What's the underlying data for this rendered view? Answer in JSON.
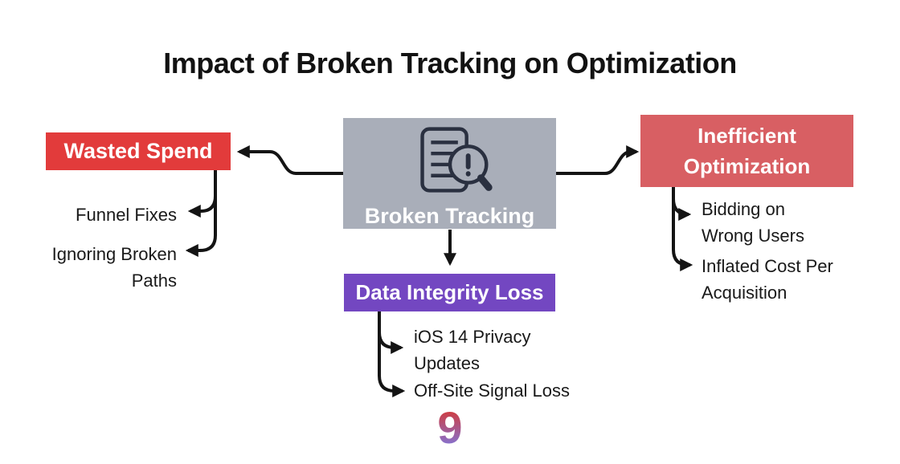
{
  "title": "Impact of Broken Tracking on Optimization",
  "center_node": {
    "label": "Broken Tracking",
    "icon": "document-magnifier-alert-icon",
    "box_color": "#A9AEB9"
  },
  "nodes": {
    "wasted_spend": {
      "label": "Wasted Spend",
      "box_color": "#E23B3B",
      "items": [
        {
          "text": "Funnel Fixes"
        },
        {
          "text": "Ignoring Broken\nPaths"
        }
      ]
    },
    "inefficient_optimization": {
      "label": "Inefficient\nOptimization",
      "box_color": "#D85F63",
      "items": [
        {
          "text": "Bidding on\nWrong Users"
        },
        {
          "text": "Inflated Cost Per\nAcquisition"
        }
      ]
    },
    "data_integrity_loss": {
      "label": "Data Integrity Loss",
      "box_color": "#7347C1",
      "items": [
        {
          "text": "iOS 14 Privacy\nUpdates"
        },
        {
          "text": "Off-Site Signal Loss"
        }
      ]
    }
  },
  "logo": {
    "glyph": "9",
    "gradient_top_color": "#D23A3A",
    "gradient_bottom_color": "#8A6FC8"
  },
  "colors": {
    "background": "#FFFFFF",
    "title_text": "#121212",
    "box_text": "#FFFFFF",
    "arrow": "#141414",
    "icon_stroke": "#2A3040"
  }
}
